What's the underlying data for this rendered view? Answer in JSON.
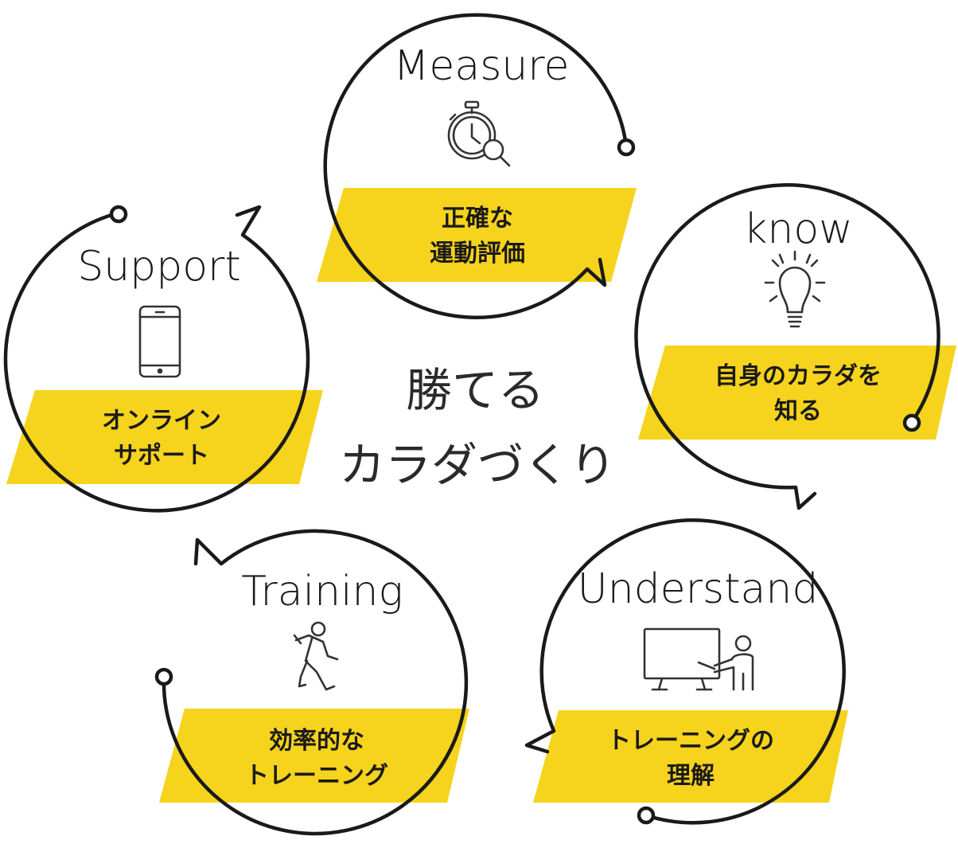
{
  "center": {
    "line1": "勝てる",
    "line2": "カラダづくり"
  },
  "steps": {
    "measure": {
      "title": "Measure",
      "label_line1": "正確な",
      "label_line2": "運動評価",
      "icon": "stopwatch-search-icon"
    },
    "know": {
      "title": "know",
      "label_line1": "自身のカラダを",
      "label_line2": "知る",
      "icon": "lightbulb-icon"
    },
    "understand": {
      "title": "Understand",
      "label_line1": "トレーニングの",
      "label_line2": "理解",
      "icon": "teacher-whiteboard-icon"
    },
    "training": {
      "title": "Training",
      "label_line1": "効率的な",
      "label_line2": "トレーニング",
      "icon": "running-person-icon"
    },
    "support": {
      "title": "Support",
      "label_line1": "オンライン",
      "label_line2": "サポート",
      "icon": "smartphone-icon"
    }
  },
  "colors": {
    "accent_yellow": "#f6d31c",
    "line": "#1a1a1a"
  }
}
